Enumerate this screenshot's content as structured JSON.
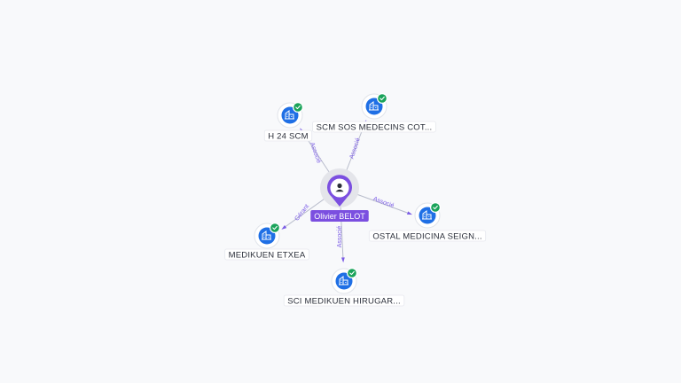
{
  "colors": {
    "accent": "#7b4fe0",
    "company_node": "#1f6fe5",
    "verified_badge": "#1aa35a",
    "edge_label": "#7b5ce6",
    "background": "#f8f9fb"
  },
  "center": {
    "name": "Olivier BELOT",
    "icon": "person-icon"
  },
  "companies": [
    {
      "id": "h24",
      "name": "H 24 SCM",
      "relation": "Associé",
      "icon": "building-icon",
      "verified": true
    },
    {
      "id": "sos",
      "name": "SCM SOS MEDECINS COT...",
      "relation": "Associé",
      "icon": "building-icon",
      "verified": true
    },
    {
      "id": "ostal",
      "name": "OSTAL MEDICINA SEIGN...",
      "relation": "Associé",
      "icon": "building-icon",
      "verified": true
    },
    {
      "id": "sci",
      "name": "SCI MEDIKUEN HIRUGAR...",
      "relation": "Associé",
      "icon": "building-icon",
      "verified": true
    },
    {
      "id": "etxea",
      "name": "MEDIKUEN ETXEA",
      "relation": "Gérant",
      "icon": "building-icon",
      "verified": true
    }
  ]
}
